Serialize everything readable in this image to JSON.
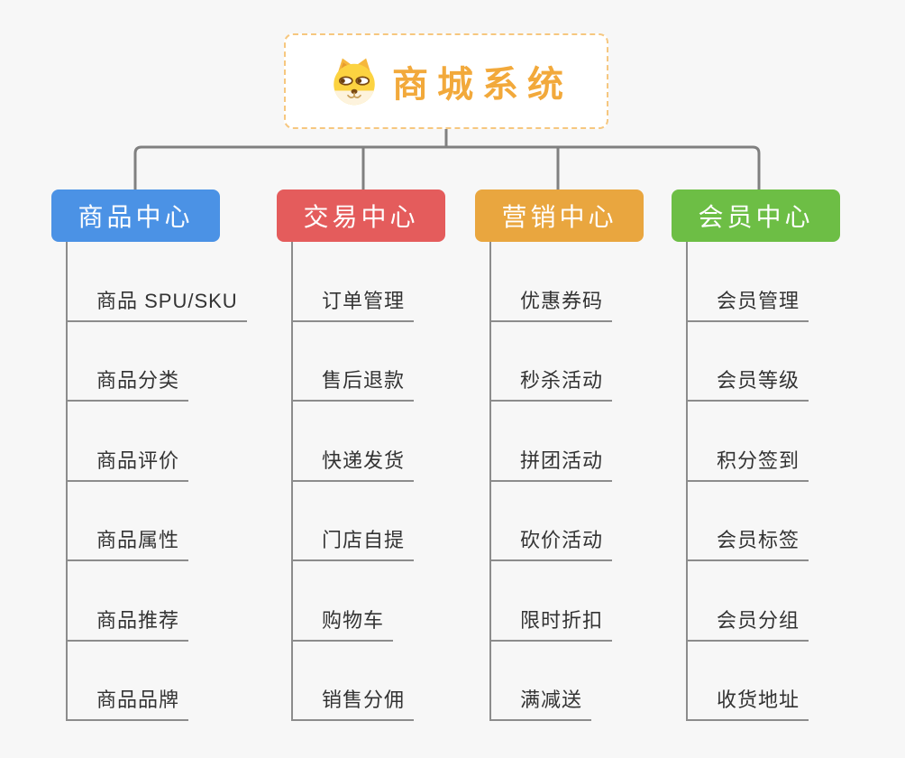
{
  "root": {
    "title": "商城系统",
    "icon": "doge-icon"
  },
  "branches": [
    {
      "label": "商品中心",
      "color": "#4b92e5",
      "items": [
        "商品 SPU/SKU",
        "商品分类",
        "商品评价",
        "商品属性",
        "商品推荐",
        "商品品牌"
      ]
    },
    {
      "label": "交易中心",
      "color": "#e45c5c",
      "items": [
        "订单管理",
        "售后退款",
        "快递发货",
        "门店自提",
        "购物车",
        "销售分佣"
      ]
    },
    {
      "label": "营销中心",
      "color": "#e9a63f",
      "items": [
        "优惠券码",
        "秒杀活动",
        "拼团活动",
        "砍价活动",
        "限时折扣",
        "满减送"
      ]
    },
    {
      "label": "会员中心",
      "color": "#6dbe45",
      "items": [
        "会员管理",
        "会员等级",
        "积分签到",
        "会员标签",
        "会员分组",
        "收货地址"
      ]
    }
  ],
  "style": {
    "background_color": "#f7f7f7",
    "connector_color": "#808080",
    "underline_color": "#8c8c8c",
    "title_color": "#f2a93b",
    "root_border_color": "#f6c77f",
    "item_text_color": "#333333"
  }
}
